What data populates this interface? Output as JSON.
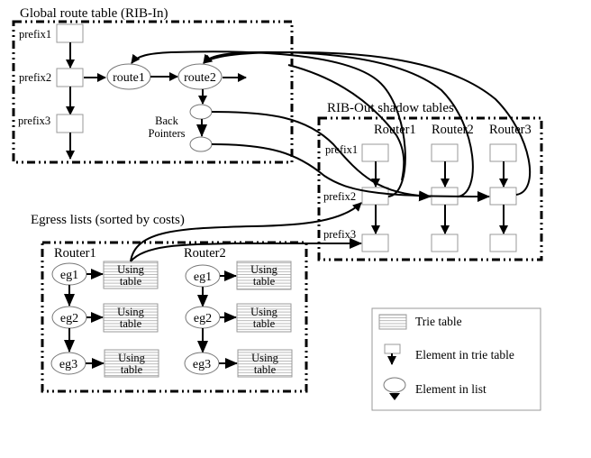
{
  "rib_in": {
    "title": "Global route table (RIB-In)",
    "prefixes": [
      "prefix1",
      "prefix2",
      "prefix3"
    ],
    "routes": [
      "route1",
      "route2"
    ],
    "back_pointers_label": [
      "Back",
      "Pointers"
    ]
  },
  "rib_out": {
    "title": "RIB-Out shadow tables",
    "routers": [
      "Router1",
      "Router2",
      "Router3"
    ],
    "prefixes": [
      "prefix1",
      "prefix2",
      "prefix3"
    ]
  },
  "egress": {
    "title": "Egress lists (sorted by costs)",
    "routers": [
      {
        "name": "Router1",
        "elements": [
          "eg1",
          "eg2",
          "eg3"
        ],
        "table_label": [
          "Using",
          "table"
        ]
      },
      {
        "name": "Router2",
        "elements": [
          "eg1",
          "eg2",
          "eg3"
        ],
        "table_label": [
          "Using",
          "table"
        ]
      }
    ]
  },
  "legend": {
    "items": [
      {
        "icon": "trie-table-icon",
        "label": "Trie table"
      },
      {
        "icon": "trie-element-icon",
        "label": "Element in trie table"
      },
      {
        "icon": "list-element-icon",
        "label": "Element in list"
      }
    ]
  }
}
